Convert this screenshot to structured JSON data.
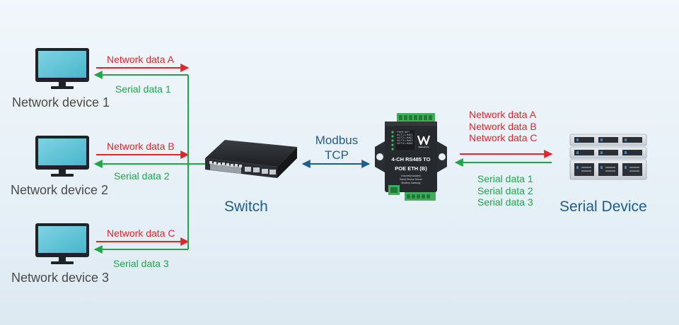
{
  "network_devices": [
    {
      "label": "Network device 1",
      "network_data": "Network data A",
      "serial_data": "Serial data 1"
    },
    {
      "label": "Network device 2",
      "network_data": "Network data B",
      "serial_data": "Serial data 2"
    },
    {
      "label": "Network device 3",
      "network_data": "Network data C",
      "serial_data": "Serial data 3"
    }
  ],
  "switch": {
    "label": "Switch"
  },
  "protocol": {
    "line1": "Modbus",
    "line2": "TCP"
  },
  "gateway": {
    "title_line1": "4-CH RS485 TO",
    "title_line2": "POE ETH (B)",
    "subtitle_line1": "Industrial Isolated",
    "subtitle_line2": "Serial Device Server",
    "subtitle_line3": "Modbus Gateway",
    "brand": "Waveshare",
    "leds": [
      "PWR",
      "NET",
      "ACT1",
      "LINK1",
      "ACT2",
      "LINK2",
      "ACT3",
      "LINK3",
      "ACT4",
      "LINK4"
    ]
  },
  "serial_device": {
    "label": "Serial Device",
    "network_data": [
      "Network data A",
      "Network data B",
      "Network data C"
    ],
    "serial_data": [
      "Serial data 1",
      "Serial data 2",
      "Serial data 3"
    ]
  },
  "colors": {
    "network_arrow": "#e0262c",
    "serial_arrow": "#1fa64a",
    "protocol_arrow": "#1f5d8c",
    "monitor_screen": "#63c7d8",
    "label_text": "#4a4a4a",
    "blue_text": "#1f5d8c"
  }
}
